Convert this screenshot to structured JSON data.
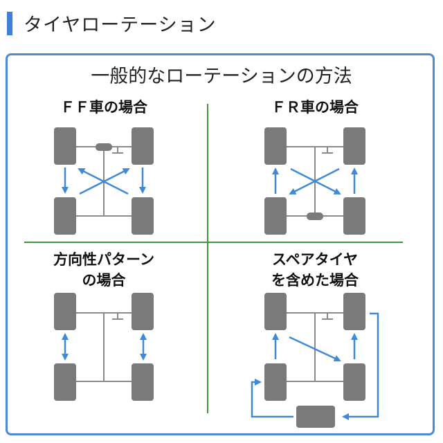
{
  "page_title": "タイヤローテーション",
  "panel_heading": "一般的なローテーションの方法",
  "quadrants": {
    "ff": {
      "label": "ＦＦ車の場合"
    },
    "fr": {
      "label": "ＦＲ車の場合"
    },
    "directional": {
      "label_line1": "方向性パターン",
      "label_line2": "の場合"
    },
    "spare": {
      "label_line1": "スペアタイヤ",
      "label_line2": "を含めた場合"
    }
  },
  "colors": {
    "accent": "#3f7fd9",
    "panel_border": "#4a8ad6",
    "divider": "#3a9a3a",
    "tire": "#7a7a7a",
    "arrow": "#3e8ad8",
    "axle": "#8a8a8a"
  }
}
